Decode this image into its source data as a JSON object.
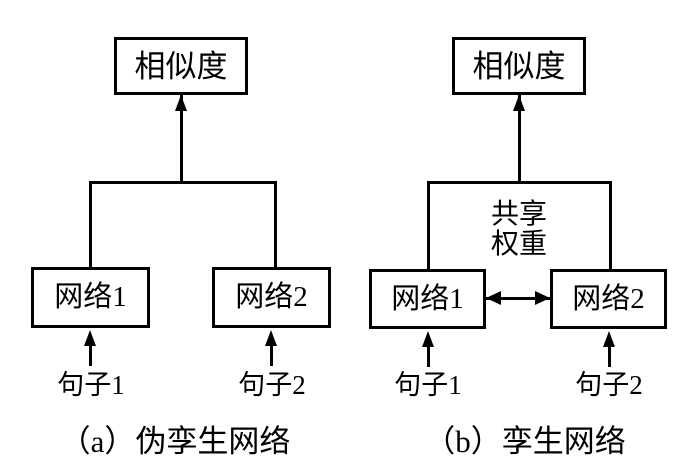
{
  "figure": {
    "title_a": "（a）伪孪生网络",
    "title_b": "（b）孪生网络"
  },
  "panel_a": {
    "similarity_box": "相似度",
    "network_left_box": "网络1",
    "network_right_box": "网络2",
    "sentence_left": "句子1",
    "sentence_right": "句子2",
    "caption": "（a）伪孪生网络"
  },
  "panel_b": {
    "similarity_box": "相似度",
    "network_left_box": "网络1",
    "network_right_box": "网络2",
    "sentence_left": "句子1",
    "sentence_right": "句子2",
    "shared_weight_line1": "共享",
    "shared_weight_line2": "权重",
    "caption": "（b）孪生网络"
  },
  "colors": {
    "stroke": "#000000",
    "background": "#ffffff",
    "text": "#000000"
  }
}
